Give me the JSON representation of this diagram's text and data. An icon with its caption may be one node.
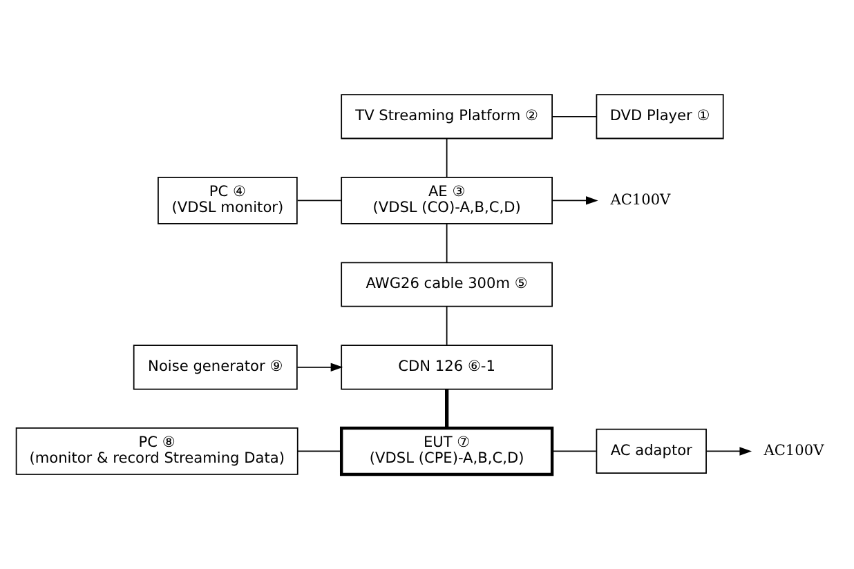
{
  "diagram": {
    "nodes": [
      {
        "text": [
          "TV Streaming Platform ②"
        ]
      },
      {
        "text": [
          "DVD Player ①"
        ]
      },
      {
        "text": [
          "PC ④",
          "(VDSL monitor)"
        ]
      },
      {
        "text": [
          "AE ③",
          "(VDSL (CO)-A,B,C,D)"
        ]
      },
      {
        "text": [
          "AC100V"
        ]
      },
      {
        "text": [
          "AWG26 cable 300m ⑤"
        ]
      },
      {
        "text": [
          "CDN 126 ⑥-1"
        ]
      },
      {
        "text": [
          "Noise generator ⑨"
        ]
      },
      {
        "text": [
          "PC ⑧",
          "(monitor & record Streaming Data)"
        ]
      },
      {
        "text": [
          "EUT ⑦",
          "(VDSL (CPE)-A,B,C,D)"
        ]
      },
      {
        "text": [
          "AC adaptor"
        ]
      },
      {
        "text": [
          "AC100V"
        ]
      }
    ],
    "edges": [
      {
        "from": 0,
        "to": 1,
        "arrow": "none"
      },
      {
        "from": 0,
        "to": 3,
        "arrow": "none"
      },
      {
        "from": 2,
        "to": 3,
        "arrow": "none"
      },
      {
        "from": 3,
        "to": 4,
        "arrow": "to"
      },
      {
        "from": 3,
        "to": 5,
        "arrow": "none"
      },
      {
        "from": 5,
        "to": 6,
        "arrow": "none"
      },
      {
        "from": 7,
        "to": 6,
        "arrow": "to"
      },
      {
        "from": 6,
        "to": 9,
        "arrow": "none",
        "style": "thick"
      },
      {
        "from": 8,
        "to": 9,
        "arrow": "none"
      },
      {
        "from": 9,
        "to": 10,
        "arrow": "none"
      },
      {
        "from": 10,
        "to": 11,
        "arrow": "to"
      }
    ]
  }
}
